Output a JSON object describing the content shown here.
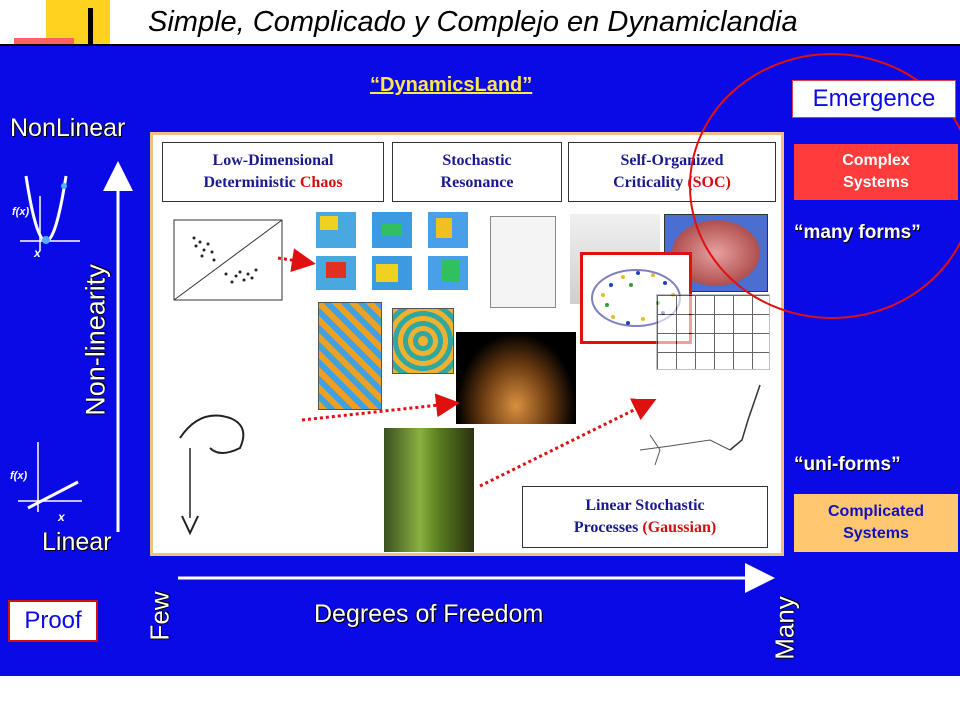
{
  "title": "Simple, Complicado y Complejo en Dynamiclandia",
  "subtitle": "“DynamicsLand”",
  "axes": {
    "y_top": "NonLinear",
    "y_bottom": "Linear",
    "y_title": "Non-linearity",
    "x_title": "Degrees of Freedom",
    "x_left": "Few",
    "x_right": "Many",
    "fx_label": "f(x)",
    "x_var": "x"
  },
  "categories": {
    "chaos": {
      "line1": "Low-Dimensional",
      "line2a": "Deterministic ",
      "line2b": "Chaos"
    },
    "stochastic": {
      "line1": "Stochastic",
      "line2": "Resonance"
    },
    "soc": {
      "line1": "Self-Organized",
      "line2a": "Criticality ",
      "line2b": "(SOC)"
    },
    "linear": {
      "line1": "Linear Stochastic",
      "line2a": "Processes ",
      "line2b": "(Gaussian)"
    }
  },
  "right": {
    "emergence": "Emergence",
    "complex_line1": "Complex",
    "complex_line2": "Systems",
    "many_forms": "“many forms”",
    "uni_forms": "“uni-forms”",
    "complicated_line1": "Complicated",
    "complicated_line2": "Systems"
  },
  "proof": "Proof",
  "colors": {
    "background": "#0a0ae6",
    "accent_red": "#ff3b3b",
    "accent_orange": "#ffc870",
    "subtitle": "#ffe64d"
  }
}
